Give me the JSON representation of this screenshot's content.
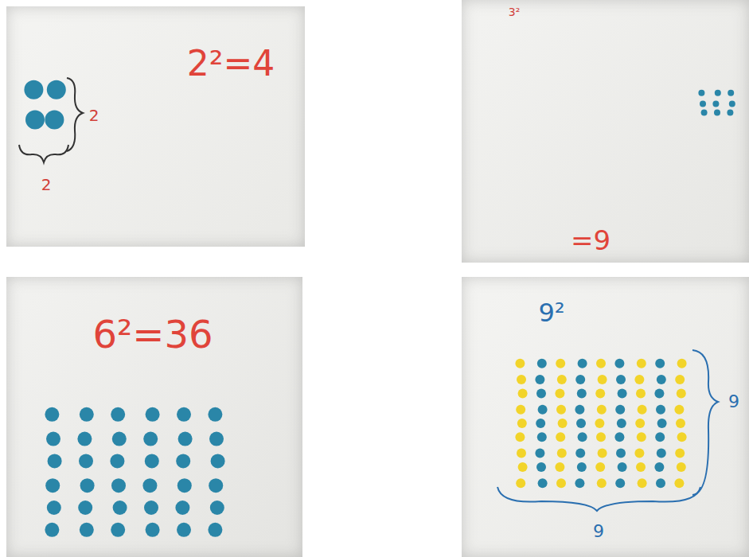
{
  "diagram": {
    "labels": [
      "2²=4",
      "2",
      "2",
      "3²",
      "=9",
      "6²=36",
      "9²",
      "9",
      "9"
    ]
  }
}
